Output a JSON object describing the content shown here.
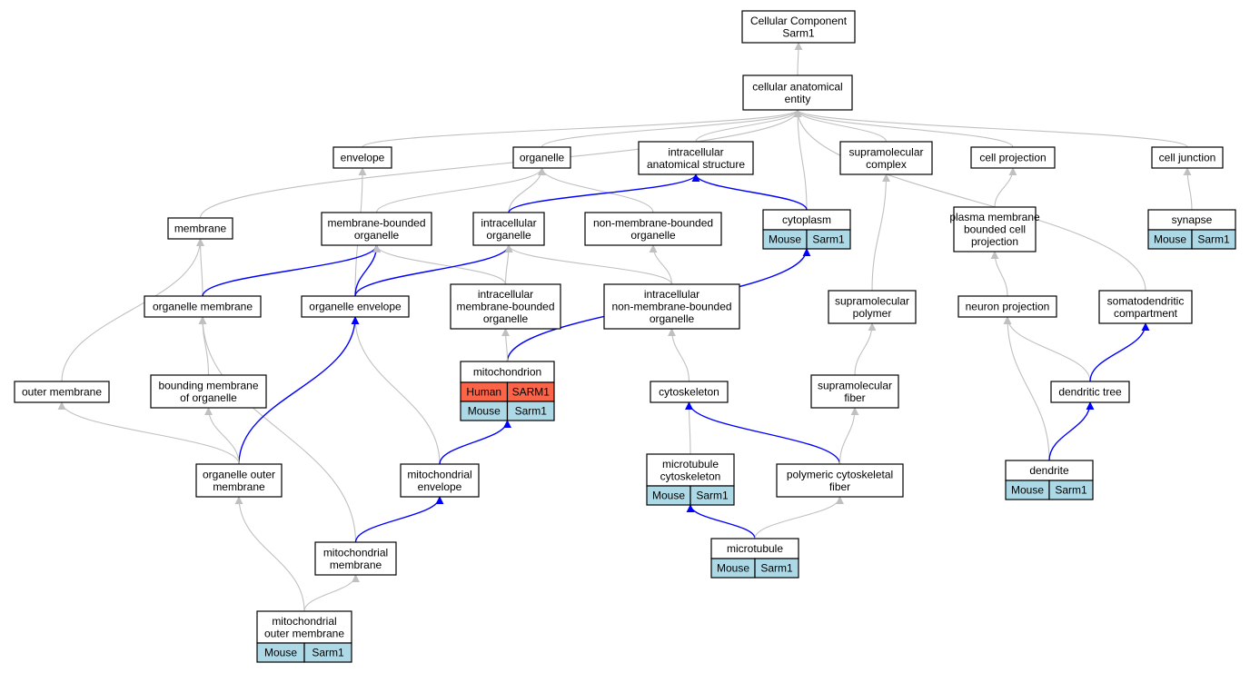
{
  "colors": {
    "grey_edge": "#c0c0c0",
    "blue_edge": "#0000ff",
    "human_cell": "#fa6449",
    "mouse_cell": "#add8e6",
    "node_border": "#000000",
    "node_fill": "#ffffff"
  },
  "nodes": {
    "root": {
      "lines": [
        "Cellular Component",
        "Sarm1"
      ]
    },
    "cae": {
      "lines": [
        "cellular anatomical",
        "entity"
      ]
    },
    "envelope": {
      "lines": [
        "envelope"
      ]
    },
    "organelle": {
      "lines": [
        "organelle"
      ]
    },
    "ias": {
      "lines": [
        "intracellular",
        "anatomical structure"
      ]
    },
    "supcomplex": {
      "lines": [
        "supramolecular",
        "complex"
      ]
    },
    "cellproj": {
      "lines": [
        "cell projection"
      ]
    },
    "celljunc": {
      "lines": [
        "cell junction"
      ]
    },
    "membrane": {
      "lines": [
        "membrane"
      ]
    },
    "mbo": {
      "lines": [
        "membrane-bounded",
        "organelle"
      ]
    },
    "io": {
      "lines": [
        "intracellular",
        "organelle"
      ]
    },
    "nmbo": {
      "lines": [
        "non-membrane-bounded",
        "organelle"
      ]
    },
    "cytoplasm": {
      "lines": [
        "cytoplasm"
      ],
      "rows": [
        [
          "Mouse",
          "Sarm1"
        ]
      ]
    },
    "pmbcp": {
      "lines": [
        "plasma membrane",
        "bounded cell",
        "projection"
      ]
    },
    "synapse": {
      "lines": [
        "synapse"
      ],
      "rows": [
        [
          "Mouse",
          "Sarm1"
        ]
      ]
    },
    "orgmem": {
      "lines": [
        "organelle membrane"
      ]
    },
    "orgenv": {
      "lines": [
        "organelle envelope"
      ]
    },
    "imbo": {
      "lines": [
        "intracellular",
        "membrane-bounded",
        "organelle"
      ]
    },
    "inmbo": {
      "lines": [
        "intracellular",
        "non-membrane-bounded",
        "organelle"
      ]
    },
    "suppoly": {
      "lines": [
        "supramolecular",
        "polymer"
      ]
    },
    "neuproj": {
      "lines": [
        "neuron projection"
      ]
    },
    "somato": {
      "lines": [
        "somatodendritic",
        "compartment"
      ]
    },
    "outermem": {
      "lines": [
        "outer membrane"
      ]
    },
    "boundmem": {
      "lines": [
        "bounding membrane",
        "of organelle"
      ]
    },
    "mito": {
      "lines": [
        "mitochondrion"
      ],
      "rows": [
        [
          "Human",
          "SARM1"
        ],
        [
          "Mouse",
          "Sarm1"
        ]
      ]
    },
    "cytoskel": {
      "lines": [
        "cytoskeleton"
      ]
    },
    "supfiber": {
      "lines": [
        "supramolecular",
        "fiber"
      ]
    },
    "dendtree": {
      "lines": [
        "dendritic tree"
      ]
    },
    "orgoutmem": {
      "lines": [
        "organelle outer",
        "membrane"
      ]
    },
    "mitoenv": {
      "lines": [
        "mitochondrial",
        "envelope"
      ]
    },
    "mtcyto": {
      "lines": [
        "microtubule",
        "cytoskeleton"
      ],
      "rows": [
        [
          "Mouse",
          "Sarm1"
        ]
      ]
    },
    "pcf": {
      "lines": [
        "polymeric cytoskeletal",
        "fiber"
      ]
    },
    "dendrite": {
      "lines": [
        "dendrite"
      ],
      "rows": [
        [
          "Mouse",
          "Sarm1"
        ]
      ]
    },
    "mitomem": {
      "lines": [
        "mitochondrial",
        "membrane"
      ]
    },
    "microtubule": {
      "lines": [
        "microtubule"
      ],
      "rows": [
        [
          "Mouse",
          "Sarm1"
        ]
      ]
    },
    "mom": {
      "lines": [
        "mitochondrial",
        "outer membrane"
      ],
      "rows": [
        [
          "Mouse",
          "Sarm1"
        ]
      ]
    }
  },
  "edges": [
    {
      "from": "cae",
      "to": "root",
      "color": "grey"
    },
    {
      "from": "envelope",
      "to": "cae",
      "color": "grey"
    },
    {
      "from": "organelle",
      "to": "cae",
      "color": "grey"
    },
    {
      "from": "ias",
      "to": "cae",
      "color": "grey"
    },
    {
      "from": "supcomplex",
      "to": "cae",
      "color": "grey"
    },
    {
      "from": "cellproj",
      "to": "cae",
      "color": "grey"
    },
    {
      "from": "celljunc",
      "to": "cae",
      "color": "grey"
    },
    {
      "from": "membrane",
      "to": "cae",
      "color": "grey"
    },
    {
      "from": "cytoplasm",
      "to": "cae",
      "color": "grey"
    },
    {
      "from": "somato",
      "to": "cae",
      "color": "grey"
    },
    {
      "from": "mbo",
      "to": "organelle",
      "color": "grey"
    },
    {
      "from": "io",
      "to": "organelle",
      "color": "grey"
    },
    {
      "from": "nmbo",
      "to": "organelle",
      "color": "grey"
    },
    {
      "from": "io",
      "to": "ias",
      "color": "blue"
    },
    {
      "from": "cytoplasm",
      "to": "ias",
      "color": "blue"
    },
    {
      "from": "suppoly",
      "to": "supcomplex",
      "color": "grey"
    },
    {
      "from": "pmbcp",
      "to": "cellproj",
      "color": "grey"
    },
    {
      "from": "synapse",
      "to": "celljunc",
      "color": "grey"
    },
    {
      "from": "orgmem",
      "to": "membrane",
      "color": "grey"
    },
    {
      "from": "outermem",
      "to": "membrane",
      "color": "grey"
    },
    {
      "from": "orgenv",
      "to": "envelope",
      "color": "grey"
    },
    {
      "from": "orgmem",
      "to": "mbo",
      "color": "blue"
    },
    {
      "from": "orgenv",
      "to": "mbo",
      "color": "blue"
    },
    {
      "from": "imbo",
      "to": "mbo",
      "color": "grey"
    },
    {
      "from": "orgenv",
      "to": "io",
      "color": "blue"
    },
    {
      "from": "imbo",
      "to": "io",
      "color": "grey"
    },
    {
      "from": "inmbo",
      "to": "io",
      "color": "grey"
    },
    {
      "from": "inmbo",
      "to": "nmbo",
      "color": "grey"
    },
    {
      "from": "mito",
      "to": "cytoplasm",
      "color": "blue"
    },
    {
      "from": "neuproj",
      "to": "pmbcp",
      "color": "grey"
    },
    {
      "from": "boundmem",
      "to": "orgmem",
      "color": "grey"
    },
    {
      "from": "mitomem",
      "to": "orgmem",
      "color": "grey"
    },
    {
      "from": "mitoenv",
      "to": "orgenv",
      "color": "grey"
    },
    {
      "from": "orgoutmem",
      "to": "orgenv",
      "color": "blue"
    },
    {
      "from": "mito",
      "to": "imbo",
      "color": "grey"
    },
    {
      "from": "cytoskel",
      "to": "inmbo",
      "color": "grey"
    },
    {
      "from": "supfiber",
      "to": "suppoly",
      "color": "grey"
    },
    {
      "from": "dendtree",
      "to": "neuproj",
      "color": "grey"
    },
    {
      "from": "dendrite",
      "to": "neuproj",
      "color": "grey"
    },
    {
      "from": "dendtree",
      "to": "somato",
      "color": "blue"
    },
    {
      "from": "orgoutmem",
      "to": "outermem",
      "color": "grey"
    },
    {
      "from": "orgoutmem",
      "to": "boundmem",
      "color": "grey"
    },
    {
      "from": "mitoenv",
      "to": "mito",
      "color": "blue"
    },
    {
      "from": "mtcyto",
      "to": "cytoskel",
      "color": "grey"
    },
    {
      "from": "pcf",
      "to": "cytoskel",
      "color": "blue"
    },
    {
      "from": "pcf",
      "to": "supfiber",
      "color": "grey"
    },
    {
      "from": "dendrite",
      "to": "dendtree",
      "color": "blue"
    },
    {
      "from": "mom",
      "to": "orgoutmem",
      "color": "grey"
    },
    {
      "from": "mitomem",
      "to": "mitoenv",
      "color": "blue"
    },
    {
      "from": "mom",
      "to": "mitomem",
      "color": "grey"
    },
    {
      "from": "microtubule",
      "to": "mtcyto",
      "color": "blue"
    },
    {
      "from": "microtubule",
      "to": "pcf",
      "color": "grey"
    }
  ]
}
